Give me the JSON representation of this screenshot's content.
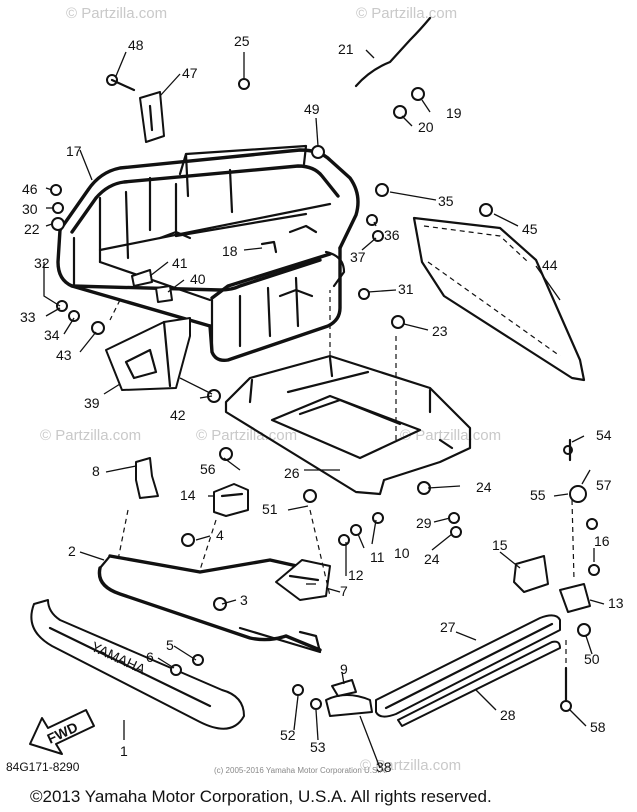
{
  "watermarks": [
    "© Partzilla.com",
    "© Partzilla.com",
    "© Partzilla.com",
    "© Partzilla.com",
    "© Partzilla.com",
    "© Partzilla.com"
  ],
  "labels": [
    {
      "id": "1",
      "text": "1"
    },
    {
      "id": "2",
      "text": "2"
    },
    {
      "id": "3",
      "text": "3"
    },
    {
      "id": "4",
      "text": "4"
    },
    {
      "id": "5",
      "text": "5"
    },
    {
      "id": "6",
      "text": "6"
    },
    {
      "id": "7",
      "text": "7"
    },
    {
      "id": "8",
      "text": "8"
    },
    {
      "id": "9",
      "text": "9"
    },
    {
      "id": "10",
      "text": "10"
    },
    {
      "id": "11",
      "text": "11"
    },
    {
      "id": "12",
      "text": "12"
    },
    {
      "id": "13",
      "text": "13"
    },
    {
      "id": "14",
      "text": "14"
    },
    {
      "id": "15",
      "text": "15"
    },
    {
      "id": "16",
      "text": "16"
    },
    {
      "id": "17",
      "text": "17"
    },
    {
      "id": "18",
      "text": "18"
    },
    {
      "id": "19",
      "text": "19"
    },
    {
      "id": "20",
      "text": "20"
    },
    {
      "id": "21",
      "text": "21"
    },
    {
      "id": "22",
      "text": "22"
    },
    {
      "id": "23",
      "text": "23"
    },
    {
      "id": "24a",
      "text": "24"
    },
    {
      "id": "24b",
      "text": "24"
    },
    {
      "id": "25",
      "text": "25"
    },
    {
      "id": "26",
      "text": "26"
    },
    {
      "id": "27",
      "text": "27"
    },
    {
      "id": "28",
      "text": "28"
    },
    {
      "id": "29",
      "text": "29"
    },
    {
      "id": "30",
      "text": "30"
    },
    {
      "id": "31",
      "text": "31"
    },
    {
      "id": "32",
      "text": "32"
    },
    {
      "id": "33",
      "text": "33"
    },
    {
      "id": "34",
      "text": "34"
    },
    {
      "id": "35",
      "text": "35"
    },
    {
      "id": "36",
      "text": "36"
    },
    {
      "id": "37",
      "text": "37"
    },
    {
      "id": "38",
      "text": "38"
    },
    {
      "id": "39",
      "text": "39"
    },
    {
      "id": "40",
      "text": "40"
    },
    {
      "id": "41",
      "text": "41"
    },
    {
      "id": "42",
      "text": "42"
    },
    {
      "id": "43",
      "text": "43"
    },
    {
      "id": "44",
      "text": "44"
    },
    {
      "id": "45",
      "text": "45"
    },
    {
      "id": "46",
      "text": "46"
    },
    {
      "id": "47",
      "text": "47"
    },
    {
      "id": "48",
      "text": "48"
    },
    {
      "id": "49",
      "text": "49"
    },
    {
      "id": "50",
      "text": "50"
    },
    {
      "id": "51",
      "text": "51"
    },
    {
      "id": "52",
      "text": "52"
    },
    {
      "id": "53",
      "text": "53"
    },
    {
      "id": "54",
      "text": "54"
    },
    {
      "id": "55",
      "text": "55"
    },
    {
      "id": "56",
      "text": "56"
    },
    {
      "id": "57",
      "text": "57"
    },
    {
      "id": "58",
      "text": "58"
    }
  ],
  "fwd_label": "FWD",
  "bumper_text": "YAMAHA",
  "diagram_code": "84G171-8290",
  "small_copyright": "(c) 2005-2016 Yamaha Motor Corporation U.S.A.",
  "footer_copyright": "©2013 Yamaha Motor Corporation, U.S.A. All rights reserved."
}
